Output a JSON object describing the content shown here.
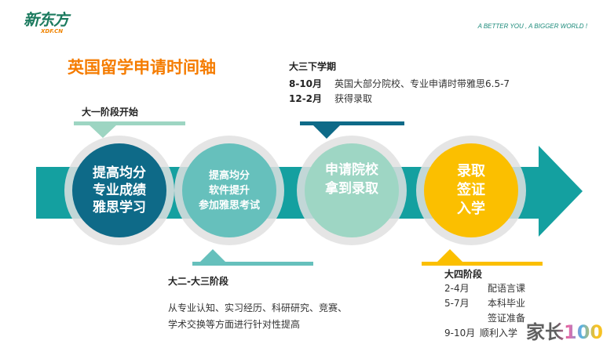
{
  "header": {
    "logo_cn": "新东方",
    "logo_en": "XDF.CN",
    "slogan": "A BETTER YOU , A BIGGER WORLD !"
  },
  "title": "英国留学申请时间轴",
  "stage1": {
    "label": "大一阶段开始"
  },
  "stage3": {
    "label": "大三下学期",
    "rows": [
      {
        "period": "8-10月",
        "text": "英国大部分院校、专业申请时带雅思6.5-7"
      },
      {
        "period": "12-2月",
        "text": "获得录取"
      }
    ]
  },
  "stage2": {
    "label": "大二-大三阶段",
    "desc_line1": "从专业认知、实习经历、科研研究、竞赛、",
    "desc_line2": "学术交换等方面进行针对性提高"
  },
  "stage4": {
    "label": "大四阶段",
    "rows": [
      {
        "period": "2-4月",
        "text": "配语言课"
      },
      {
        "period": "5-7月",
        "text": "本科毕业"
      },
      {
        "period": "",
        "text": "签证准备"
      },
      {
        "period": "9-10月",
        "text": "顺利入学"
      }
    ]
  },
  "circles": [
    {
      "lines": [
        "提高均分",
        "专业成绩",
        "雅思学习"
      ],
      "color": "#0e6a88"
    },
    {
      "lines": [
        "提高均分",
        "软件提升",
        "参加雅思考试"
      ],
      "color": "#66c0bc"
    },
    {
      "lines": [
        "申请院校",
        "拿到录取"
      ],
      "color": "#9ed6c4"
    },
    {
      "lines": [
        "录取",
        "签证",
        "入学"
      ],
      "color": "#fbbf00"
    }
  ],
  "watermark": "家长100"
}
